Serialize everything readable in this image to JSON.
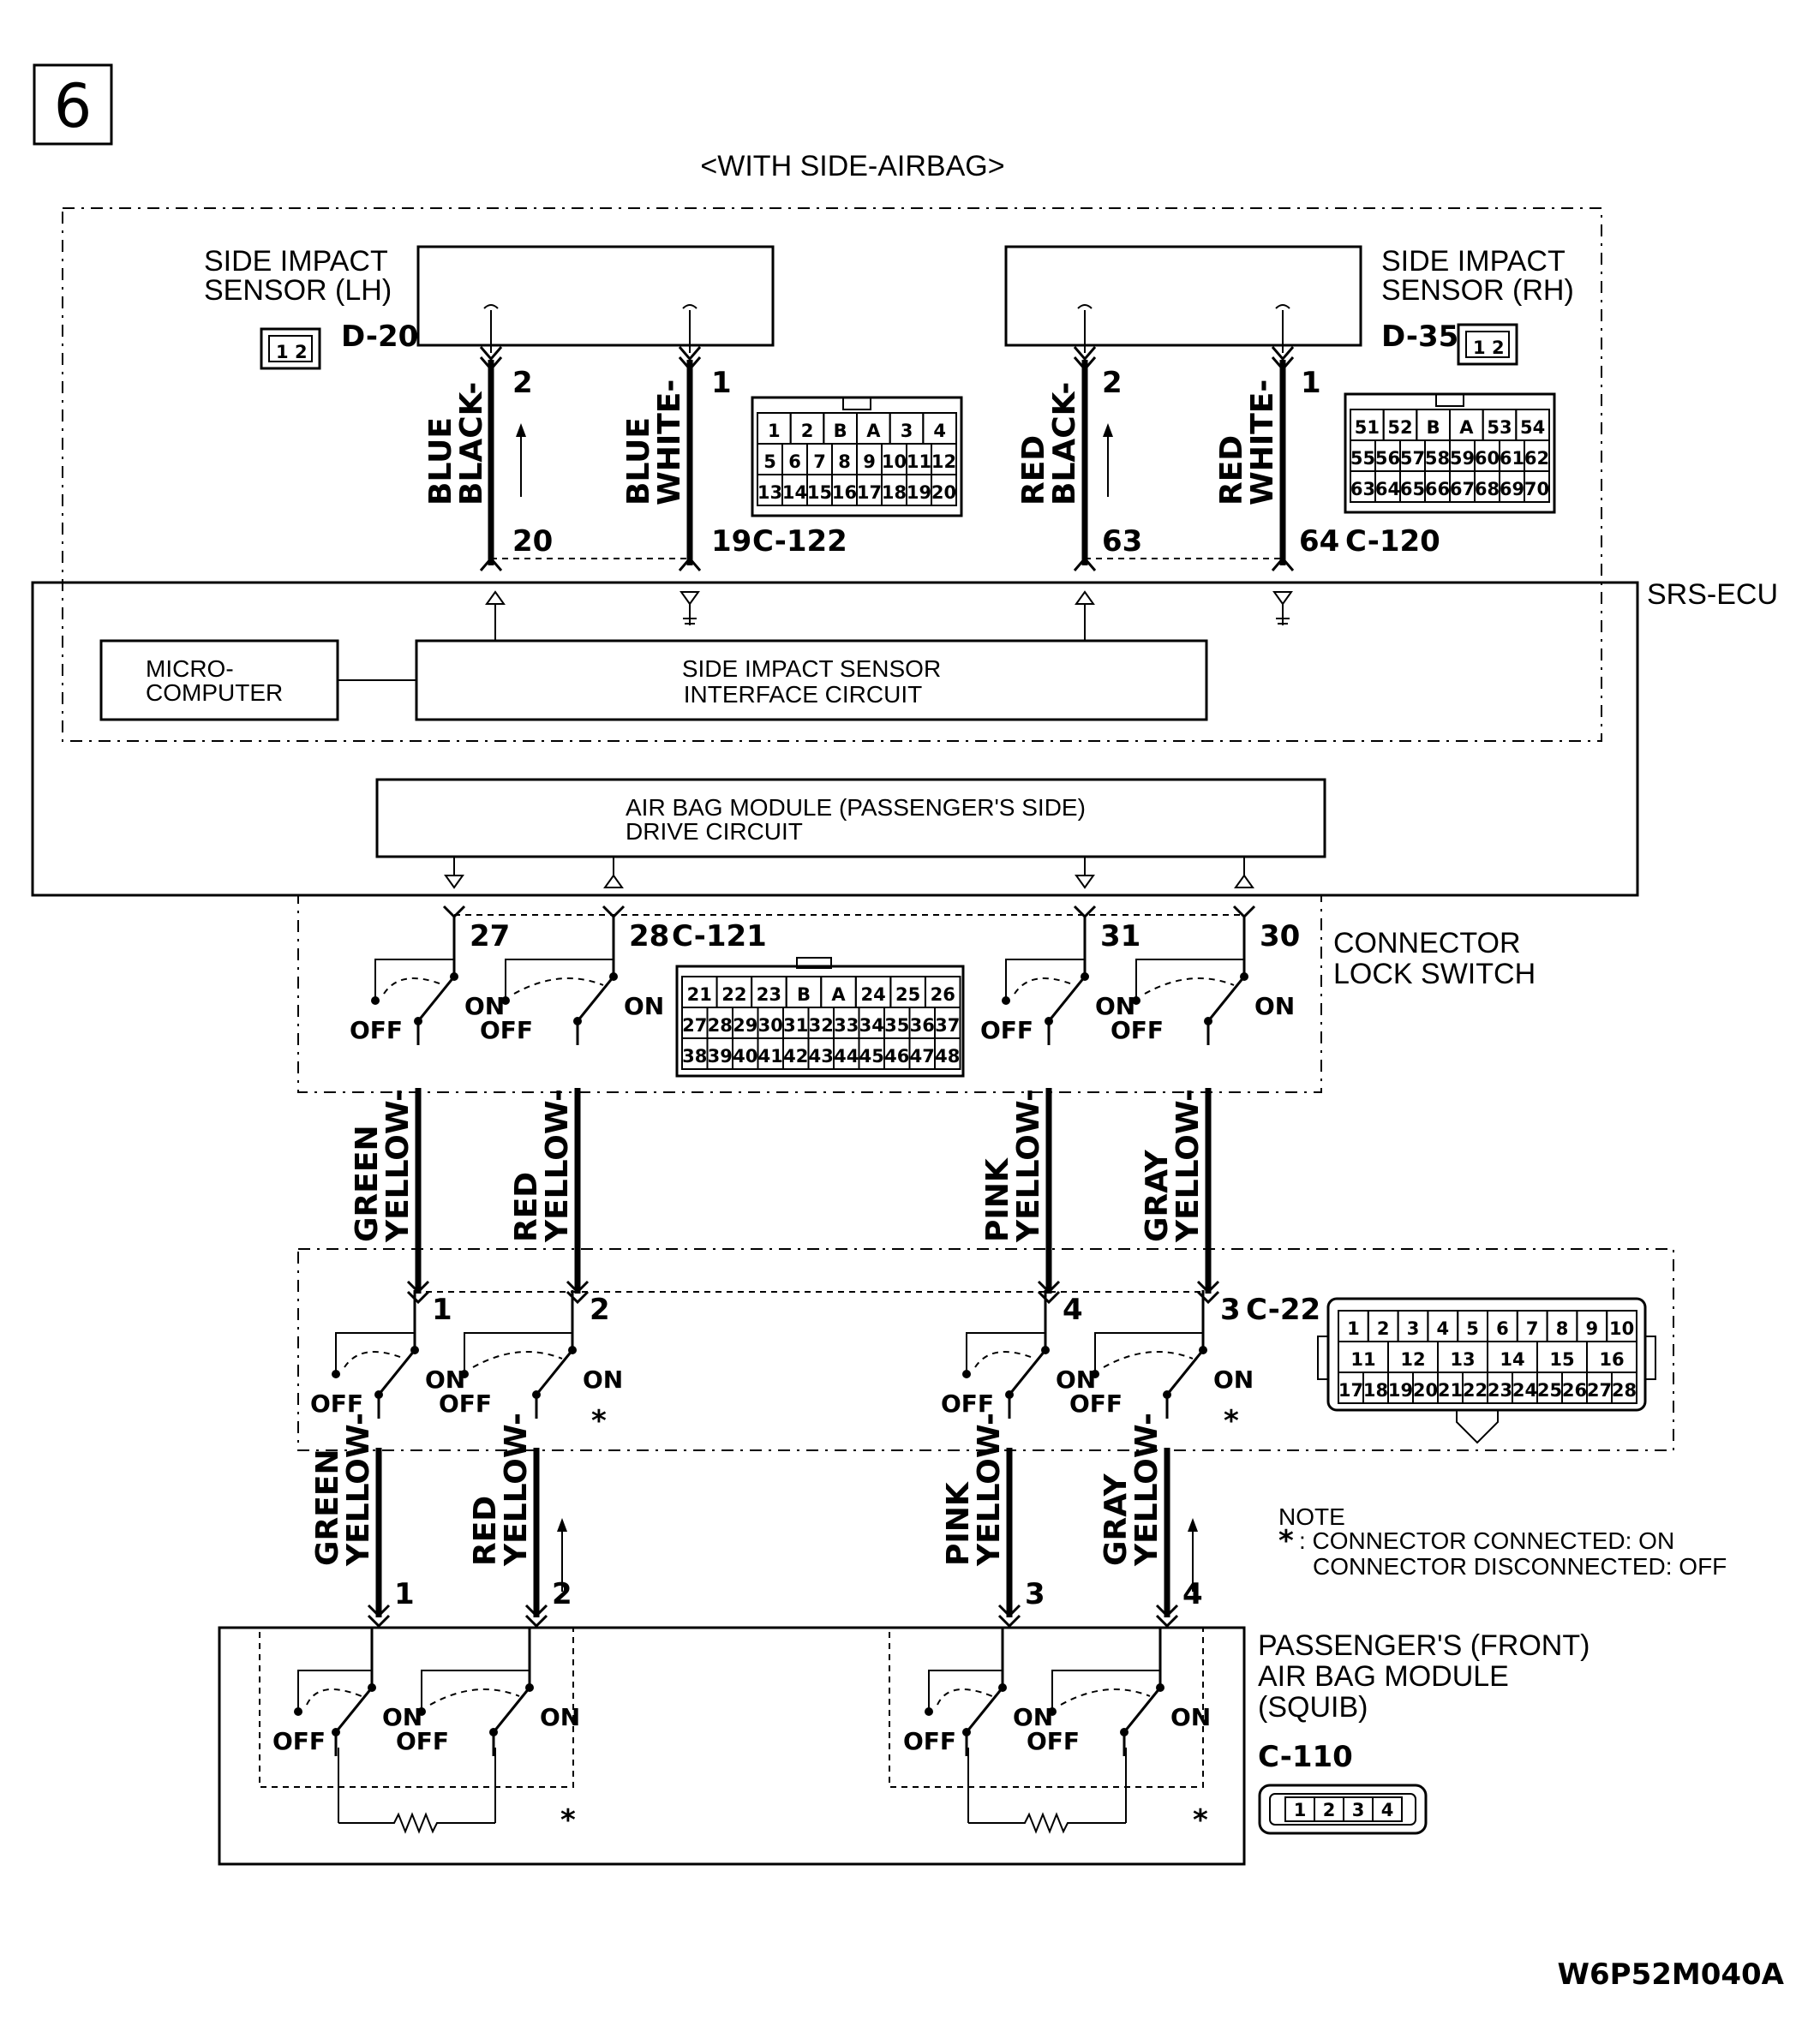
{
  "page": {
    "badge": "6",
    "title": "<WITH SIDE-AIRBAG>",
    "code": "W6P52M040A"
  },
  "sensor_lh": {
    "line1": "SIDE IMPACT",
    "line2": "SENSOR (LH)",
    "connector": "D-20",
    "pin_a": "2",
    "pin_b": "1",
    "wire_a_1": "BLACK-",
    "wire_a_2": "BLUE",
    "wire_b_1": "WHITE-",
    "wire_b_2": "BLUE",
    "ecu_pin_a": "20",
    "ecu_pin_b": "19",
    "ecu_connector": "C-122",
    "mini_pins": [
      "1",
      "2"
    ]
  },
  "sensor_rh": {
    "line1": "SIDE IMPACT",
    "line2": "SENSOR (RH)",
    "connector": "D-35",
    "pin_a": "2",
    "pin_b": "1",
    "wire_a_1": "BLACK-",
    "wire_a_2": "RED",
    "wire_b_1": "WHITE-",
    "wire_b_2": "RED",
    "ecu_pin_a": "63",
    "ecu_pin_b": "64",
    "ecu_connector": "C-120",
    "mini_pins": [
      "1",
      "2"
    ]
  },
  "connector_c122": {
    "rows": [
      [
        "1",
        "2",
        "B",
        "A",
        "3",
        "4"
      ],
      [
        "5",
        "6",
        "7",
        "8",
        "9",
        "10",
        "11",
        "12"
      ],
      [
        "13",
        "14",
        "15",
        "16",
        "17",
        "18",
        "19",
        "20"
      ]
    ]
  },
  "connector_c120": {
    "rows": [
      [
        "51",
        "52",
        "B",
        "A",
        "53",
        "54"
      ],
      [
        "55",
        "56",
        "57",
        "58",
        "59",
        "60",
        "61",
        "62"
      ],
      [
        "63",
        "64",
        "65",
        "66",
        "67",
        "68",
        "69",
        "70"
      ]
    ]
  },
  "ecu": {
    "label": "SRS-ECU",
    "micro_1": "MICRO-",
    "micro_2": "COMPUTER",
    "iface_1": "SIDE IMPACT SENSOR",
    "iface_2": "INTERFACE CIRCUIT",
    "drive_1": "AIR BAG MODULE (PASSENGER'S SIDE)",
    "drive_2": "DRIVE CIRCUIT"
  },
  "lock_switch": {
    "label_1": "CONNECTOR",
    "label_2": "LOCK SWITCH",
    "pins": [
      "27",
      "28",
      "31",
      "30"
    ],
    "connector": "C-121",
    "off": "OFF",
    "on": "ON"
  },
  "connector_c121": {
    "rows": [
      [
        "21",
        "22",
        "23",
        "B",
        "A",
        "24",
        "25",
        "26"
      ],
      [
        "27",
        "28",
        "29",
        "30",
        "31",
        "32",
        "33",
        "34",
        "35",
        "36",
        "37"
      ],
      [
        "38",
        "39",
        "40",
        "41",
        "42",
        "43",
        "44",
        "45",
        "46",
        "47",
        "48"
      ]
    ]
  },
  "wires_upper": [
    {
      "l1": "YELLOW-",
      "l2": "GREEN"
    },
    {
      "l1": "YELLOW-",
      "l2": "RED"
    },
    {
      "l1": "YELLOW-",
      "l2": "PINK"
    },
    {
      "l1": "YELLOW-",
      "l2": "GRAY"
    }
  ],
  "c22": {
    "pins": [
      "1",
      "2",
      "4",
      "3"
    ],
    "connector": "C-22",
    "star": "*",
    "rows": [
      [
        "1",
        "2",
        "3",
        "4",
        "5",
        "6",
        "7",
        "8",
        "9",
        "10"
      ],
      [
        "11",
        "12",
        "13",
        "14",
        "15",
        "16"
      ],
      [
        "17",
        "18",
        "19",
        "20",
        "21",
        "22",
        "23",
        "24",
        "25",
        "26",
        "27",
        "28"
      ]
    ]
  },
  "wires_lower": [
    {
      "l1": "YELLOW-",
      "l2": "GREEN"
    },
    {
      "l1": "YELLOW-",
      "l2": "RED"
    },
    {
      "l1": "YELLOW-",
      "l2": "PINK"
    },
    {
      "l1": "YELLOW-",
      "l2": "GRAY"
    }
  ],
  "note": {
    "title": "NOTE",
    "star": "*",
    "line1": ": CONNECTOR CONNECTED: ON",
    "line2": "CONNECTOR DISCONNECTED: OFF"
  },
  "airbag": {
    "label_1": "PASSENGER'S (FRONT)",
    "label_2": "AIR BAG MODULE",
    "label_3": "(SQUIB)",
    "connector": "C-110",
    "pins": [
      "1",
      "2",
      "3",
      "4"
    ],
    "star": "*"
  }
}
